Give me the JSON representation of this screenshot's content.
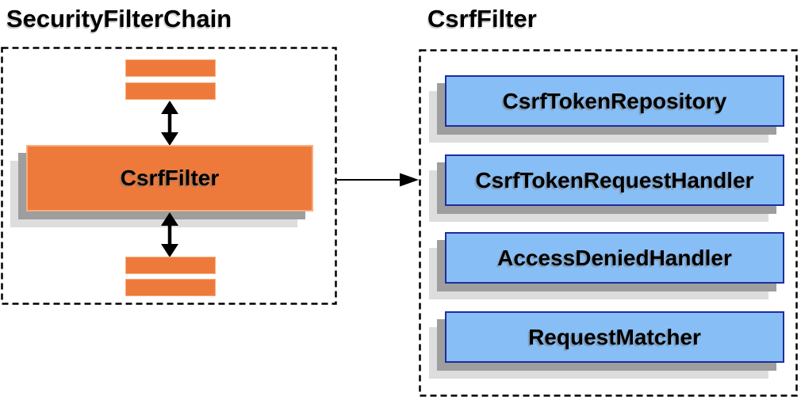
{
  "left_group": {
    "title": "SecurityFilterChain",
    "filter_box_label": "CsrfFilter"
  },
  "right_group": {
    "title": "CsrfFilter",
    "components": [
      {
        "label": "CsrfTokenRepository"
      },
      {
        "label": "CsrfTokenRequestHandler"
      },
      {
        "label": "AccessDeniedHandler"
      },
      {
        "label": "RequestMatcher"
      }
    ]
  },
  "icons": {
    "top_connector": "double-headed-vertical-arrow",
    "bottom_connector": "double-headed-vertical-arrow",
    "link_connector": "right-arrow"
  },
  "colors": {
    "orange_fill": "#ED7A3B",
    "orange_border": "#F8AD7E",
    "blue_fill": "#87BEF5",
    "blue_border": "#1F2D9F",
    "shadow_near": "#9E9E9E",
    "shadow_far": "#DDDDDD",
    "line": "#000000",
    "text": "#000000"
  }
}
